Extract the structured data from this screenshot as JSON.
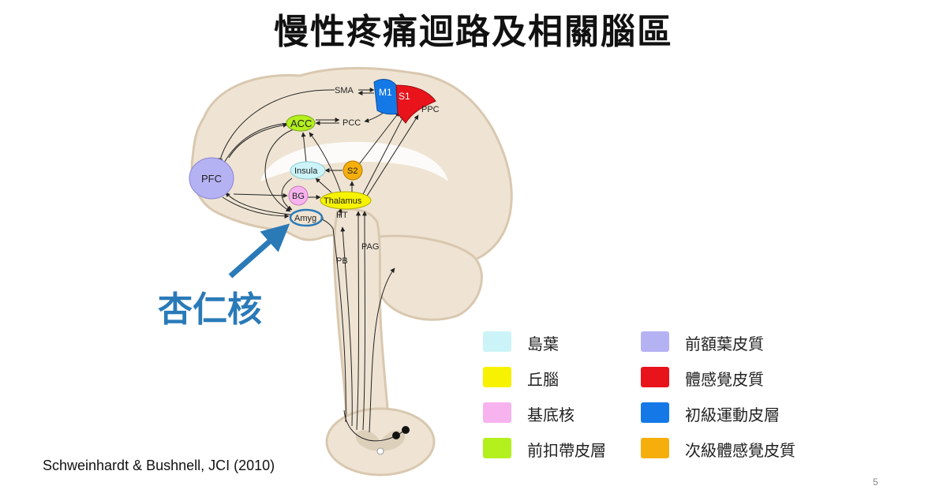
{
  "title": "慢性疼痛迴路及相關腦區",
  "callout": "杏仁核",
  "citation": "Schweinhardt & Bushnell, JCI (2010)",
  "page_number": "5",
  "nodes": {
    "sma": "SMA",
    "m1": "M1",
    "s1": "S1",
    "ppc": "PPC",
    "acc": "ACC",
    "pcc": "PCC",
    "insula": "Insula",
    "s2": "S2",
    "pfc": "PFC",
    "bg": "BG",
    "thalamus": "Thalamus",
    "amyg": "Amyg",
    "ht": "HT",
    "pb": "PB",
    "pag": "PAG"
  },
  "legend": [
    {
      "label": "島葉",
      "color": "#ccf4f8"
    },
    {
      "label": "前額葉皮質",
      "color": "#b5b2f3"
    },
    {
      "label": "丘腦",
      "color": "#f7f200"
    },
    {
      "label": "體感覺皮質",
      "color": "#e8131b"
    },
    {
      "label": "基底核",
      "color": "#f7b3ee"
    },
    {
      "label": "初級運動皮層",
      "color": "#1479e6"
    },
    {
      "label": "前扣帶皮層",
      "color": "#b3f01e"
    },
    {
      "label": "次級體感覺皮質",
      "color": "#f5ae0c"
    }
  ],
  "colors": {
    "callout": "#2a7ab8",
    "brain": "#efe4d3",
    "brain_outline": "#d9c8b0"
  }
}
